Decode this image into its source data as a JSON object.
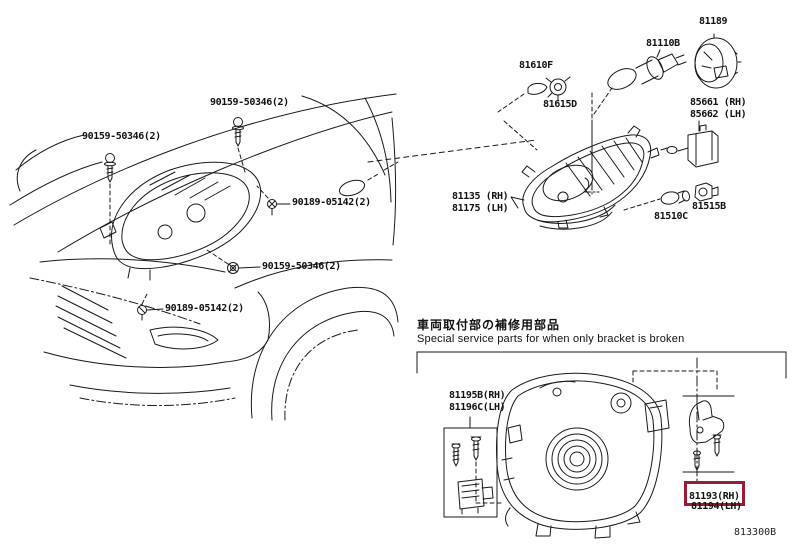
{
  "page": {
    "footer_code": "813300B",
    "background_color": "#ffffff",
    "line_color": "#1a1a1a",
    "highlight_color": "#9c1b33"
  },
  "section": {
    "title_jp": "車両取付部の補修用部品",
    "title_en": "Special service parts for when only bracket is broken"
  },
  "parts": {
    "bolt_top": "90159-50346(2)",
    "bolt_left": "90159-50346(2)",
    "clip_mid": "90189-05142(2)",
    "bolt_lower": "90159-50346(2)",
    "clip_lower": "90189-05142(2)",
    "bulb_park": "81610F",
    "socket_park": "81615D",
    "bulb_head": "81110B",
    "cap": "81189",
    "leveling_rh": "85661 (RH)",
    "leveling_lh": "85662 (LH)",
    "headlamp_rh": "81135 (RH)",
    "headlamp_lh": "81175 (LH)",
    "socket_turn": "81515B",
    "bulb_turn": "81510C",
    "repair_kit_rh": "81195B(RH)",
    "repair_kit_lh": "81196C(LH)",
    "bracket_rh": "81193(RH)",
    "bracket_lh": "81194(LH)"
  }
}
